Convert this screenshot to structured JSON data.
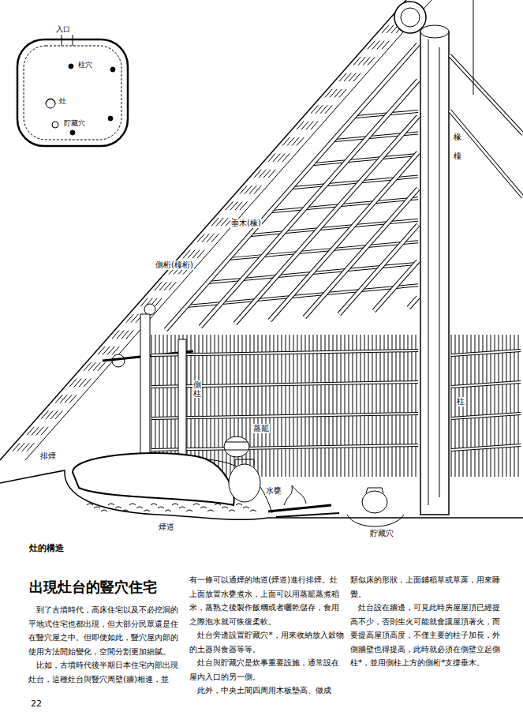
{
  "diagram": {
    "title": "出現灶台的豎穴住宅",
    "caption": "灶的構造",
    "labels": [
      "入口",
      "柱穴",
      "灶",
      "貯藏穴",
      "垂木(椽)",
      "側桁(檁桁)",
      "椽",
      "檁",
      "側柱",
      "柱",
      "排煙",
      "蒸籠",
      "水甕",
      "煙道",
      "貯藏穴",
      "到了古墳時代，高床住宅以及不必挖洞的平地式住宅也都出現，但大部分民眾還是住在豎穴屋之中。但即便如此，豎穴屋內部的使用方法開始變化，空間分割更加細膩。",
      "比如，古墳時代後半期日本住宅內部出現灶台，這種灶台與豎穴周壁(牆)相連，並",
      "有一條可以通煙的地道(煙道)進行排煙。灶上面放置水甕煮水，上面可以用蒸籠蒸煮稻米，蒸熟之後製作飯糰或者曬乾儲存，食用之際泡水就可恢復柔軟。",
      "灶台旁邊設置貯藏穴*，用來收納放入穀物的土器與食器等等。",
      "灶台與貯藏穴是炊事重要設施，通常設在屋內入口的另一側。",
      "此外，中央土間四周用木板墊高、做成",
      "類似床的形狀，上面鋪稻草或草蓆，用來睡覺。",
      "灶台設在牆邊，可見此時房屋屋頂已經提高不少，否則生火可能就會讓屋頂著火，而要提高屋頂高度，不僅主要的柱子加長，外側牆壁也得提高，此時就必須在側壁立起側柱*，並用側柱上方的側桁*支撐垂木。",
      "22"
    ]
  }
}
